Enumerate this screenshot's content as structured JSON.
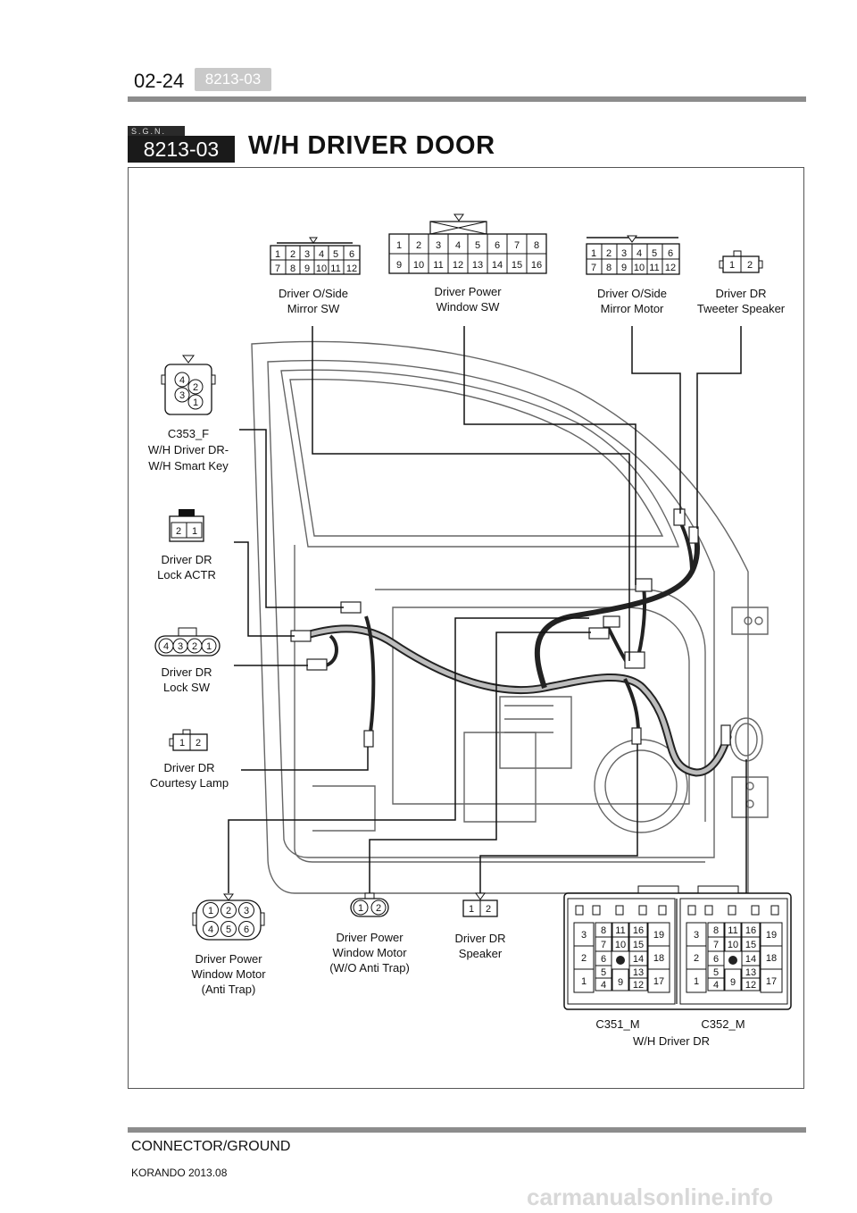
{
  "header": {
    "page_number": "02-24",
    "code_tag": "8213-03",
    "sgn_label": "S.G.N.",
    "section_code": "8213-03",
    "section_title": "W/H DRIVER DOOR"
  },
  "connectors": {
    "mirror_sw": {
      "label_1": "Driver O/Side",
      "label_2": "Mirror SW",
      "pins_top": [
        "1",
        "2",
        "3",
        "4",
        "5",
        "6"
      ],
      "pins_bottom": [
        "7",
        "8",
        "9",
        "10",
        "11",
        "12"
      ]
    },
    "window_sw": {
      "label_1": "Driver Power",
      "label_2": "Window SW",
      "pins_top": [
        "1",
        "2",
        "3",
        "4",
        "5",
        "6",
        "7",
        "8"
      ],
      "pins_bottom": [
        "9",
        "10",
        "11",
        "12",
        "13",
        "14",
        "15",
        "16"
      ]
    },
    "mirror_motor": {
      "label_1": "Driver O/Side",
      "label_2": "Mirror Motor",
      "pins_top": [
        "1",
        "2",
        "3",
        "4",
        "5",
        "6"
      ],
      "pins_bottom": [
        "7",
        "8",
        "9",
        "10",
        "11",
        "12"
      ]
    },
    "tweeter": {
      "label_1": "Driver DR",
      "label_2": "Tweeter Speaker",
      "pins": [
        "1",
        "2"
      ]
    },
    "smart_key": {
      "label_1": "C353_F",
      "label_2": "W/H Driver DR-",
      "label_3": "W/H Smart Key",
      "pins": [
        "4",
        "2",
        "3",
        "1"
      ]
    },
    "lock_actr": {
      "label_1": "Driver DR",
      "label_2": "Lock ACTR",
      "pins": [
        "2",
        "1"
      ]
    },
    "lock_sw": {
      "label_1": "Driver DR",
      "label_2": "Lock SW",
      "pins": [
        "4",
        "3",
        "2",
        "1"
      ]
    },
    "courtesy": {
      "label_1": "Driver DR",
      "label_2": "Courtesy Lamp",
      "pins": [
        "1",
        "2"
      ]
    },
    "window_motor_at": {
      "label_1": "Driver Power",
      "label_2": "Window Motor",
      "label_3": "(Anti Trap)",
      "pins_top": [
        "1",
        "2",
        "3"
      ],
      "pins_bottom": [
        "4",
        "5",
        "6"
      ]
    },
    "window_motor_wo": {
      "label_1": "Driver Power",
      "label_2": "Window Motor",
      "label_3": "(W/O Anti Trap)",
      "pins": [
        "1",
        "2"
      ]
    },
    "speaker": {
      "label_1": "Driver DR",
      "label_2": "Speaker",
      "pins": [
        "1",
        "2"
      ]
    },
    "c351": {
      "label": "C351_M"
    },
    "c352": {
      "label": "C352_M"
    },
    "harness_label": "W/H Driver DR",
    "big_pins": {
      "col1": [
        "3",
        "2",
        "1"
      ],
      "col2": [
        "8",
        "7",
        "6",
        "5",
        "4"
      ],
      "col3": [
        "11",
        "10",
        "9"
      ],
      "col4": [
        "16",
        "15",
        "14",
        "13",
        "12"
      ],
      "col5": [
        "19",
        "18",
        "17"
      ]
    }
  },
  "footer": {
    "section": "CONNECTOR/GROUND",
    "model": "KORANDO 2013.08",
    "watermark": "carmanualsonline.info"
  }
}
